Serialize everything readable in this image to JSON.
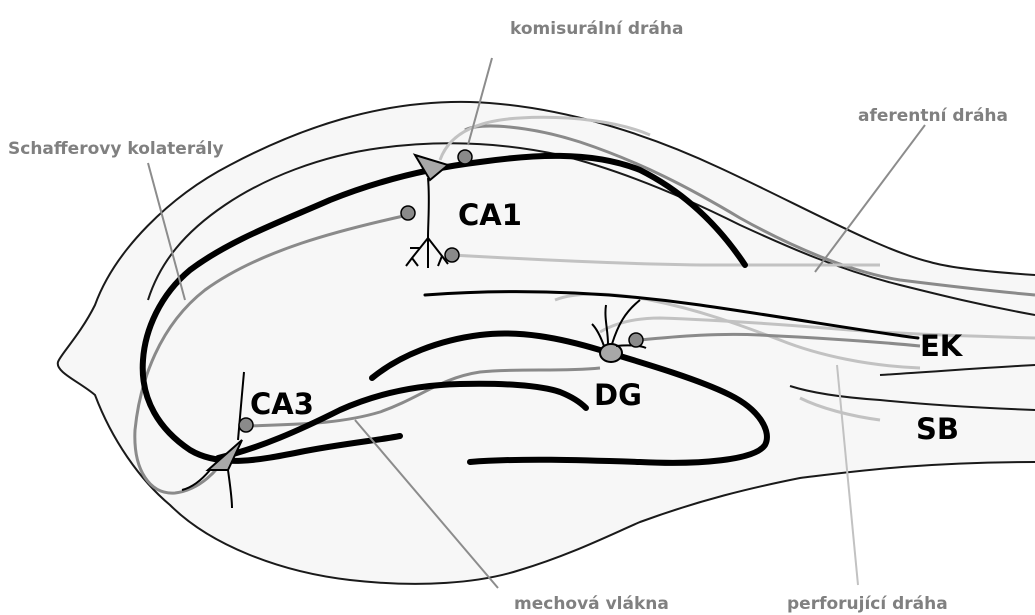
{
  "callouts": {
    "komisuralni": "komisurální dráha",
    "aferentni": "aferentní dráha",
    "schaffer": "Schafferovy kolaterály",
    "mechova": "mechová vlákna",
    "perforujici": "perforující dráha"
  },
  "regions": {
    "ca1": "CA1",
    "ca3": "CA3",
    "dg": "DG",
    "ek": "EK",
    "sb": "SB"
  },
  "colors": {
    "outline": "#1a1a1a",
    "cell_layer": "#000000",
    "pathway_dark": "#8a8a8a",
    "pathway_light": "#c2c2c2",
    "callout_text": "#808080",
    "callout_line": "#8c8c8c",
    "tissue_fill": "#f7f7f7",
    "neuron_fill": "#a8a8a8"
  }
}
